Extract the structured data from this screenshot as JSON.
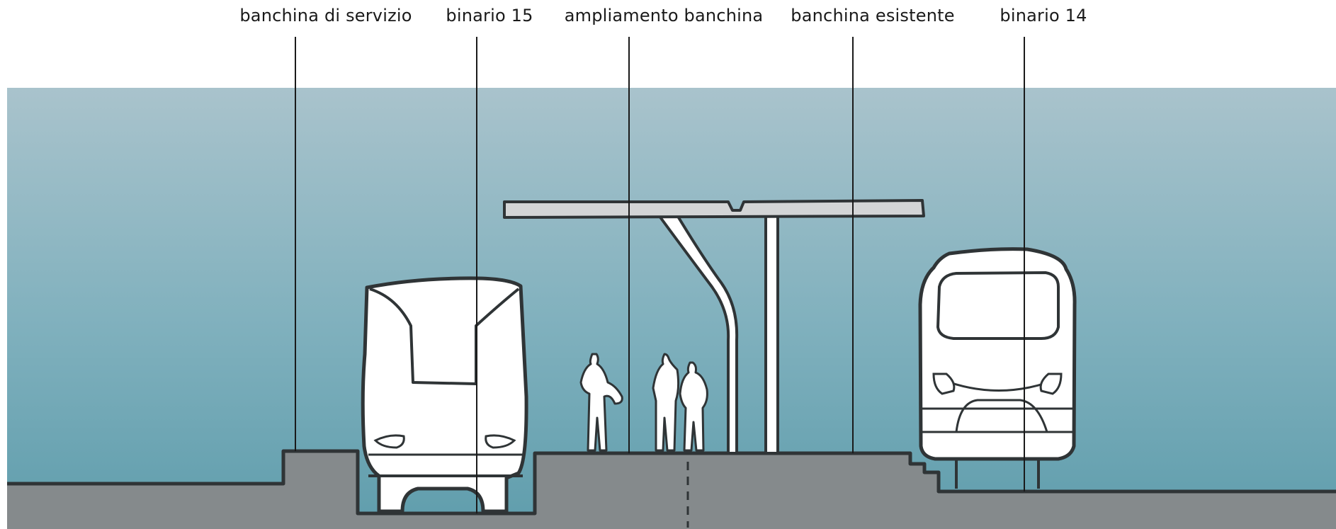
{
  "labels": [
    {
      "id": "service-platform",
      "text": "banchina di servizio"
    },
    {
      "id": "track-15",
      "text": "binario 15"
    },
    {
      "id": "platform-extension",
      "text": "ampliamento banchina"
    },
    {
      "id": "existing-platform",
      "text": "banchina esistente"
    },
    {
      "id": "track-14",
      "text": "binario 14"
    }
  ],
  "colors": {
    "sky_top": "#a9c3cc",
    "sky_bottom": "#5f9dac",
    "ground": "#858a8c",
    "ink": "#2f3436",
    "white": "#ffffff",
    "canopy": "#d3d5d6"
  }
}
